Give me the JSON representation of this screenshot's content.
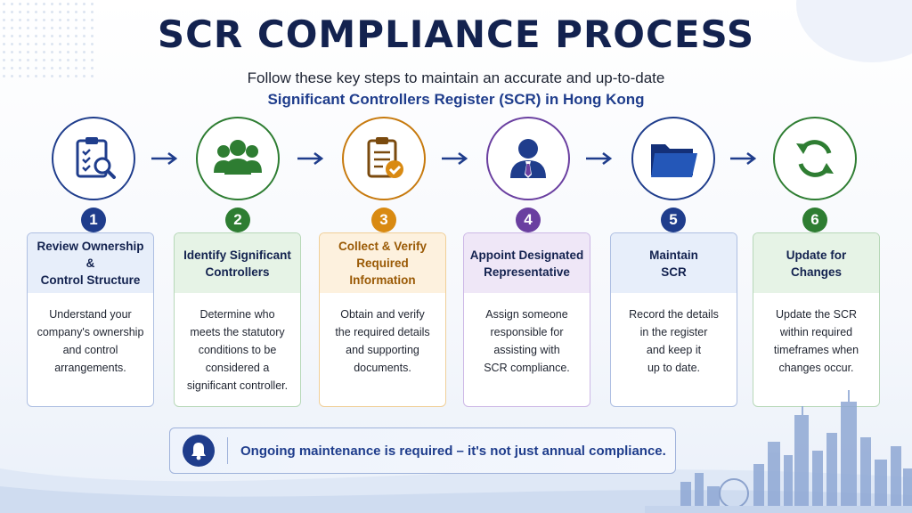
{
  "header": {
    "title": "SCR COMPLIANCE PROCESS",
    "subtitle_line1": "Follow these key steps to maintain an accurate and up-to-date",
    "subtitle_line2": "Significant Controllers Register (SCR) in Hong Kong"
  },
  "steps": [
    {
      "number": "1",
      "title": "Review Ownership &\nControl Structure",
      "body": "Understand your\ncompany's ownership\nand control\narrangements.",
      "icon": "clipboard-magnifier-icon",
      "color": "#1f3d8c",
      "bg": "#e7eefa"
    },
    {
      "number": "2",
      "title": "Identify Significant\nControllers",
      "body": "Determine who\nmeets the statutory\nconditions to be\nconsidered a\nsignificant controller.",
      "icon": "group-people-icon",
      "color": "#2e7d32",
      "bg": "#e6f3e6"
    },
    {
      "number": "3",
      "title": "Collect & Verify\nRequired\nInformation",
      "body": "Obtain and verify\nthe required details\nand supporting\ndocuments.",
      "icon": "clipboard-check-icon",
      "color": "#c77a0e",
      "bg": "#fdf1de"
    },
    {
      "number": "4",
      "title": "Appoint Designated\nRepresentative",
      "body": "Assign someone\nresponsible for\nassisting with\nSCR compliance.",
      "icon": "person-tie-icon",
      "color": "#6a3fa0",
      "bg": "#efe7f7"
    },
    {
      "number": "5",
      "title": "Maintain\nSCR",
      "body": "Record the details\nin the register\nand keep it\nup to date.",
      "icon": "folder-icon",
      "color": "#1f3d8c",
      "bg": "#e7eefa"
    },
    {
      "number": "6",
      "title": "Update for\nChanges",
      "body": "Update the SCR\nwithin required\ntimeframes when\nchanges occur.",
      "icon": "refresh-cycle-icon",
      "color": "#2e7d32",
      "bg": "#e6f3e6"
    }
  ],
  "banner": {
    "icon": "bell-icon",
    "text": "Ongoing maintenance is required – it's not just annual compliance."
  }
}
